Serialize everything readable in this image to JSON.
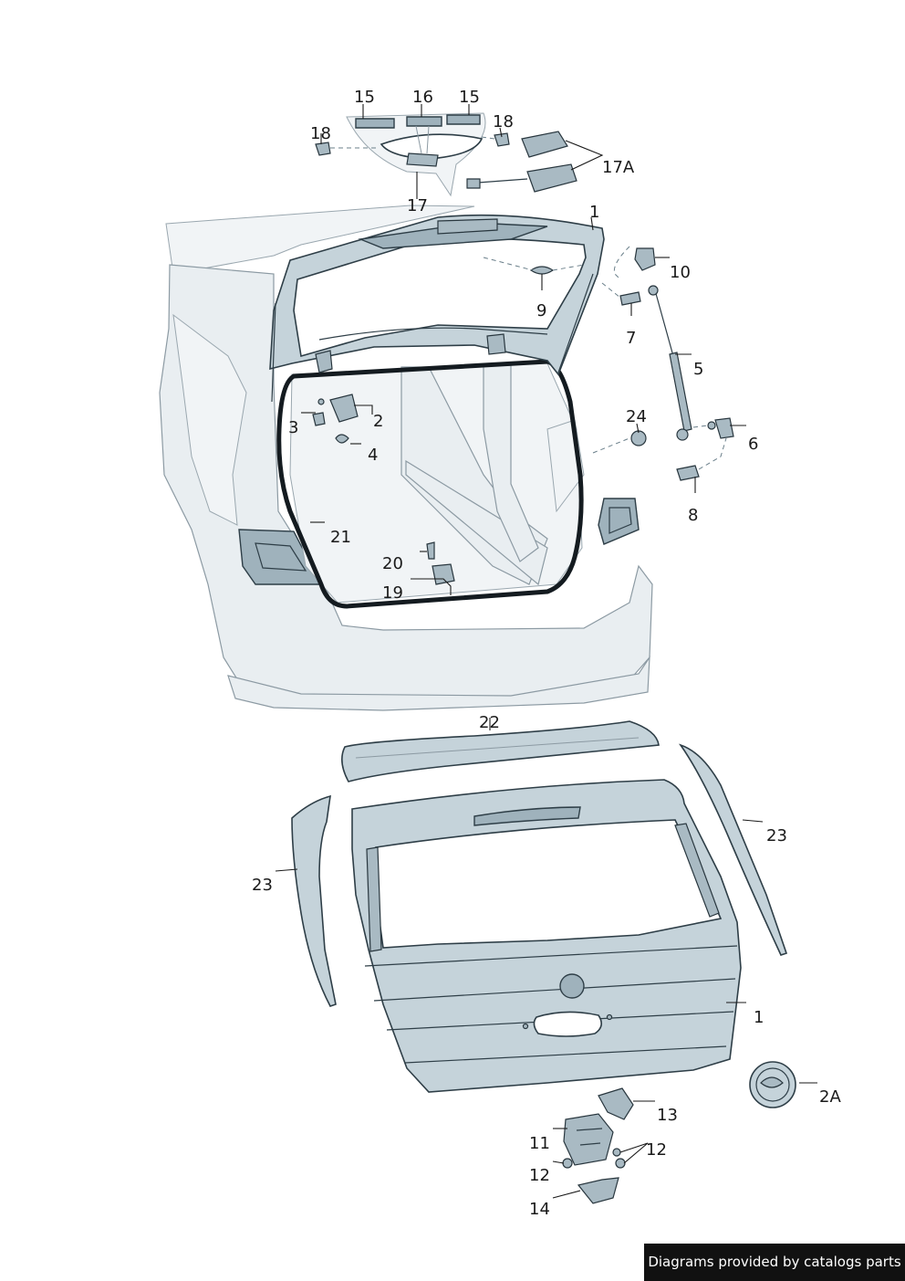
{
  "labels": {
    "l15a": "15",
    "l16": "16",
    "l15b": "15",
    "l18a": "18",
    "l18b": "18",
    "l17a": "17A",
    "l17": "17",
    "l1top": "1",
    "l10": "10",
    "l9": "9",
    "l7": "7",
    "l5": "5",
    "l24": "24",
    "l6": "6",
    "l8": "8",
    "l2": "2",
    "l3": "3",
    "l4": "4",
    "l21": "21",
    "l20": "20",
    "l19": "19",
    "l22": "22",
    "l23right": "23",
    "l23left": "23",
    "l1bottom": "1",
    "l2a": "2A",
    "l13": "13",
    "l11": "11",
    "l12right": "12",
    "l12left": "12",
    "l14": "14"
  },
  "footer": {
    "text": "Diagrams provided by catalogs parts"
  }
}
